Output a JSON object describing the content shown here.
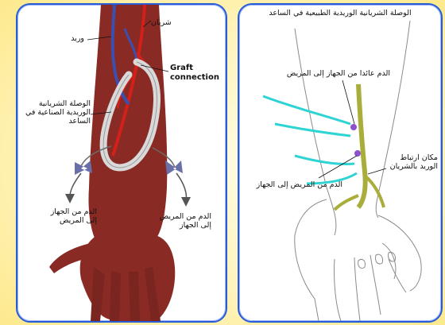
{
  "left_panel": {
    "labels": {
      "artery": "شريان",
      "vein": "وريد",
      "graft_connection": "Graft connection",
      "artificial_fistula": "الوصلة الشريانية الوريدية الصناعية في الساعد",
      "blood_to_patient": "الدم من الجهاز إلى المريض",
      "blood_from_patient": "الدم من المريض إلى الجهاز"
    },
    "colors": {
      "skin": "#8a2a24",
      "artery": "#d32018",
      "vein": "#3b4fb0",
      "graft": "#e9e9e9"
    }
  },
  "right_panel": {
    "labels": {
      "natural_fistula": "الوصلة الشريانية الوريدية الطبيعية في الساعد",
      "blood_returning": "الدم عائدا من الجهاز إلى المريض",
      "blood_out": "الدم من المريض إلى الجهاز",
      "junction_site": "مكان ارتباط الوريد بالشريان"
    },
    "colors": {
      "tubes": "#2ed4d4",
      "vessel": "#a9ad3a",
      "outline": "#8a8a8a"
    }
  }
}
